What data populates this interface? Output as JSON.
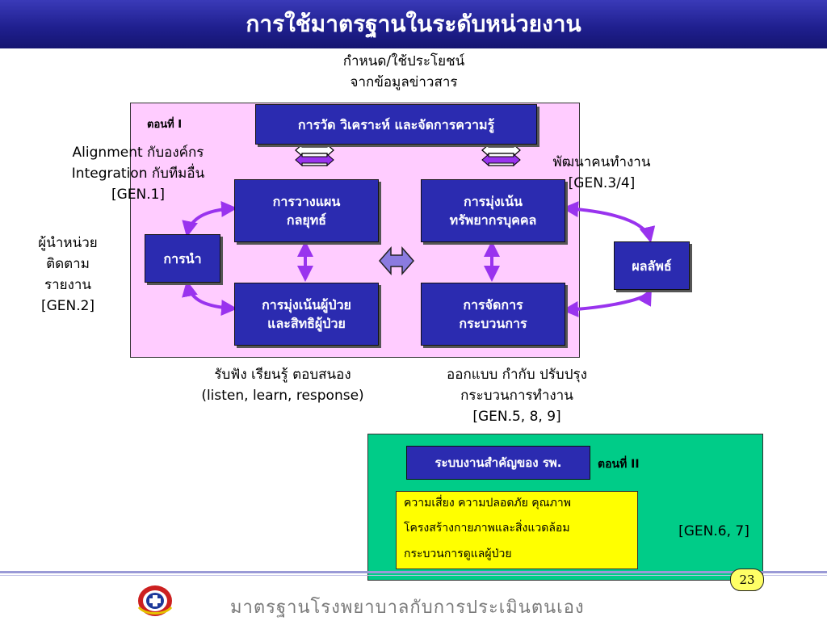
{
  "title": "การใช้มาตรฐานในระดับหน่วยงาน",
  "top_note": [
    "กำหนด/ใช้ประโยชน์",
    "จากข้อมูลข่าวสาร"
  ],
  "part1_label": "ตอนที่ I",
  "boxes": {
    "measure": "การวัด วิเคราะห์ และจัดการความรู้",
    "planning": "การวางแผน\nกลยุทธ์",
    "hr": "การมุ่งเน้น\nทรัพยากรบุคคล",
    "leadership": "การนำ",
    "patient": "การมุ่งเน้นผู้ป่วย\nและสิทธิผู้ป่วย",
    "process": "การจัดการ\nกระบวนการ",
    "results": "ผลลัพธ์"
  },
  "notes": {
    "alignment": [
      "Alignment กับองค์กร",
      "Integration กับทีมอื่น",
      "[GEN.1]"
    ],
    "develop": [
      "พัฒนาคนทำงาน",
      "[GEN.3/4]"
    ],
    "leader": [
      "ผู้นำหน่วย",
      "ติดตาม",
      "รายงาน",
      "[GEN.2]"
    ],
    "listen": [
      "รับฟัง เรียนรู้ ตอบสนอง",
      "(listen, learn, response)"
    ],
    "design": [
      "ออกแบบ กำกับ ปรับปรุง",
      "กระบวนการทำงาน",
      "[GEN.5, 8, 9]"
    ]
  },
  "part2": {
    "box_title": "ระบบงานสำคัญของ รพ.",
    "label": "ตอนที่ II",
    "items": [
      "ความเสี่ยง ความปลอดภัย คุณภาพ",
      "โครงสร้างกายภาพและสิ่งแวดล้อม",
      "กระบวนการดูแลผู้ป่วย"
    ],
    "gen": "[GEN.6, 7]"
  },
  "footer": {
    "page_number": "23",
    "text": "มาตรฐานโรงพยาบาลกับการประเมินตนเอง"
  },
  "colors": {
    "box_blue": "#2b2bb0",
    "panel_pink": "#ffccff",
    "panel_green": "#00cc88",
    "highlight_yellow": "#ffff00",
    "arrow_purple": "#9933ee"
  }
}
